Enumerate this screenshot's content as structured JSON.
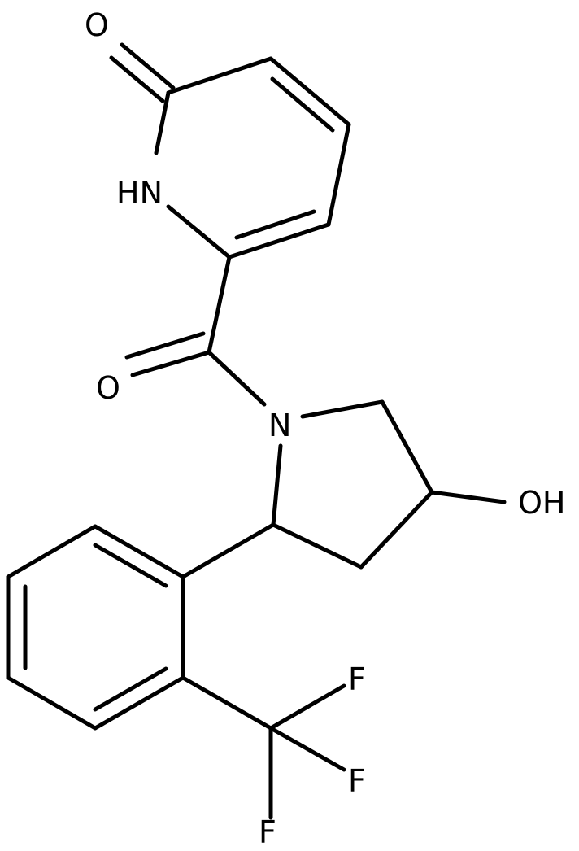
{
  "molecule": {
    "atom_labels": {
      "carbonyl_oxygen_pyridone": "O",
      "ring_nh": "HN",
      "amide_oxygen": "O",
      "pyrrolidine_nitrogen": "N",
      "hydroxyl": "OH",
      "fluorine_top": "F",
      "fluorine_middle": "F",
      "fluorine_bottom": "F"
    }
  },
  "colors": {
    "bond": "#000000",
    "background": "#ffffff"
  }
}
